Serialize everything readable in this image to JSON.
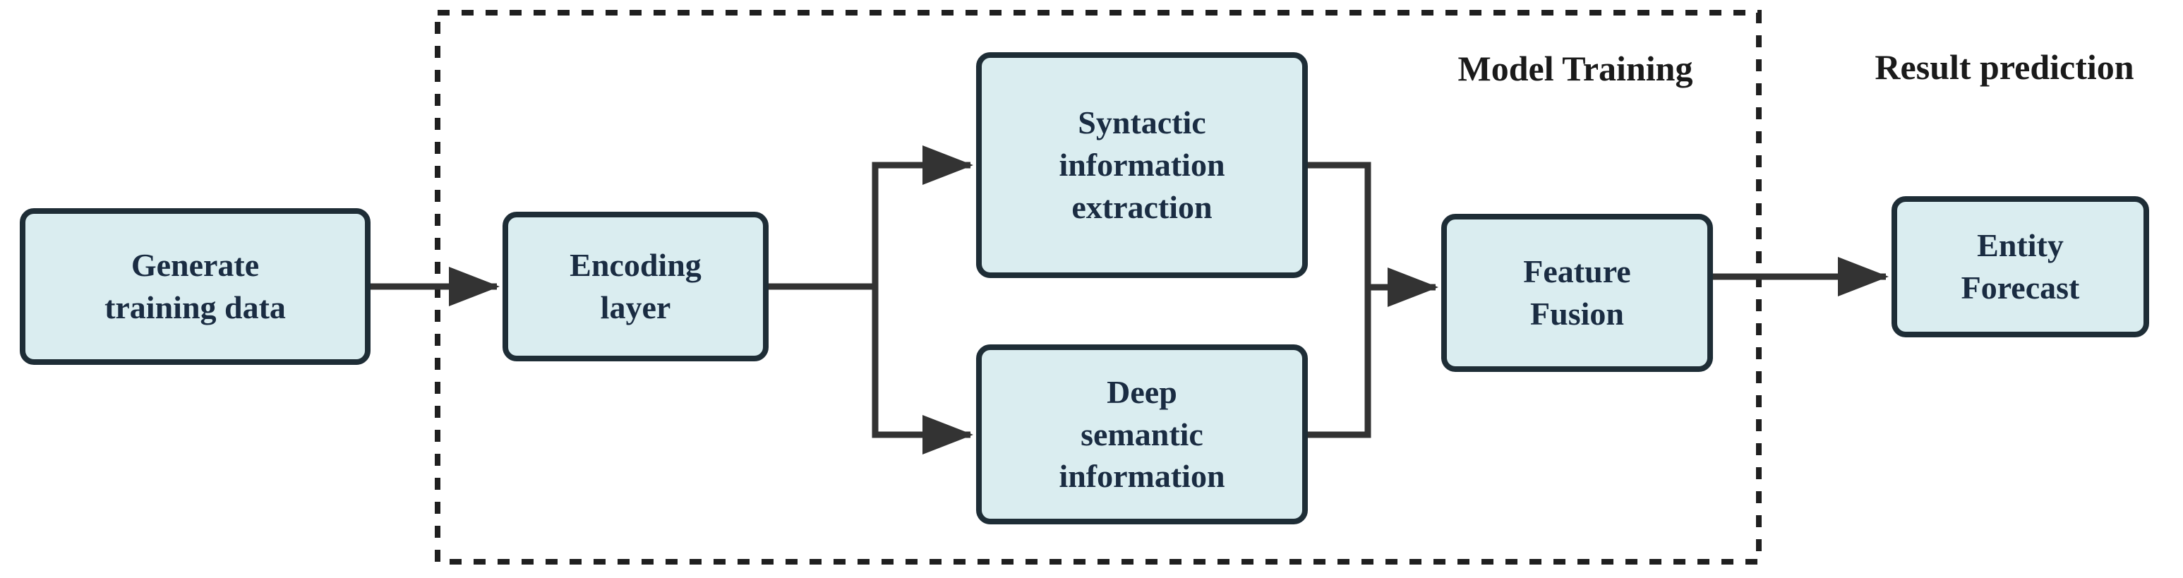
{
  "diagram": {
    "nodes": {
      "generate": {
        "label": "Generate\ntraining data"
      },
      "encoding": {
        "label": "Encoding\nlayer"
      },
      "syntactic": {
        "label": "Syntactic\ninformation\nextraction"
      },
      "deep": {
        "label": "Deep\nsemantic\ninformation"
      },
      "fusion": {
        "label": "Feature\nFusion"
      },
      "entity": {
        "label": "Entity\nForecast"
      }
    },
    "stage_labels": {
      "model_training": "Model Training",
      "result_prediction": "Result prediction"
    },
    "colors": {
      "background": "#ffffff",
      "node_fill": "#daedf0",
      "node_border": "#1e2d36",
      "node_text": "#1a2c42",
      "connector": "#333333",
      "dashed_border": "#1f1f1f",
      "label_text": "#1a1a1a"
    }
  }
}
